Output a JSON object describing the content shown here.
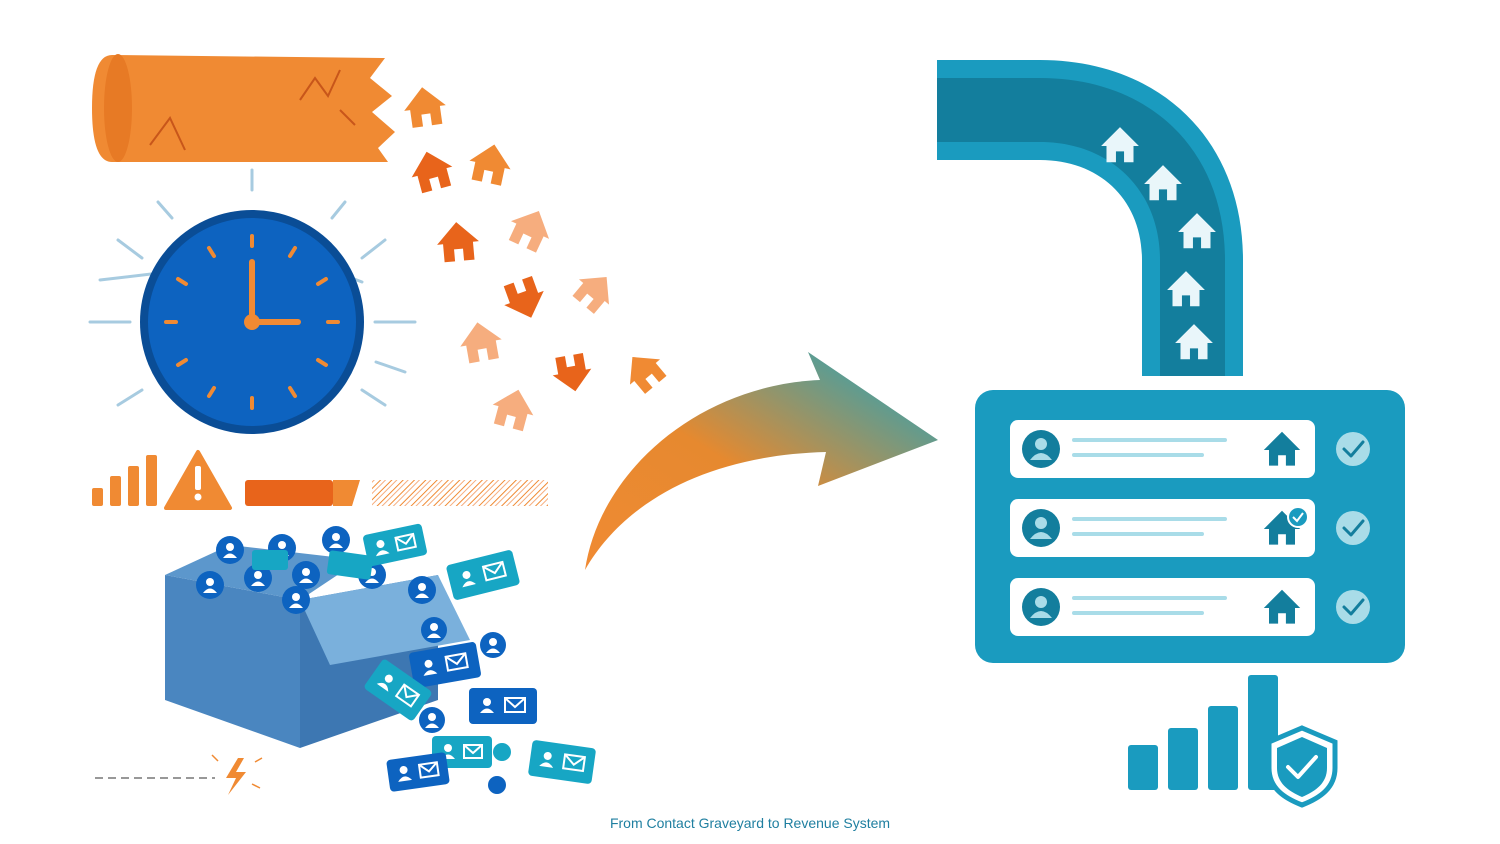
{
  "caption": "From Contact Graveyard to Revenue System",
  "colors": {
    "orange": "#f08a33",
    "orange_dark": "#e8641b",
    "orange_light": "#f6ad7e",
    "clock_blue": "#0d5fb8",
    "clock_ring": "#0a4d96",
    "box_blue": "#4a86c0",
    "teal": "#1a9bbf",
    "teal_dark": "#137e9d",
    "pale_teal": "#a9dce8"
  },
  "left_scene": {
    "icons": [
      "broken-pipe-icon",
      "scattered-house-icon",
      "clock-icon",
      "warning-icon",
      "signal-bars-icon",
      "overflowing-box-icon",
      "contact-card-icon",
      "spark-icon"
    ]
  },
  "right_scene": {
    "icons": [
      "pipeline-icon",
      "house-icon",
      "crm-panel-icon",
      "contact-avatar-icon",
      "checkmark-icon",
      "growth-bars-icon",
      "shield-check-icon"
    ],
    "crm_rows": [
      {
        "status": "checked",
        "house_badge": false
      },
      {
        "status": "checked",
        "house_badge": true
      },
      {
        "status": "checked",
        "house_badge": false
      }
    ]
  }
}
